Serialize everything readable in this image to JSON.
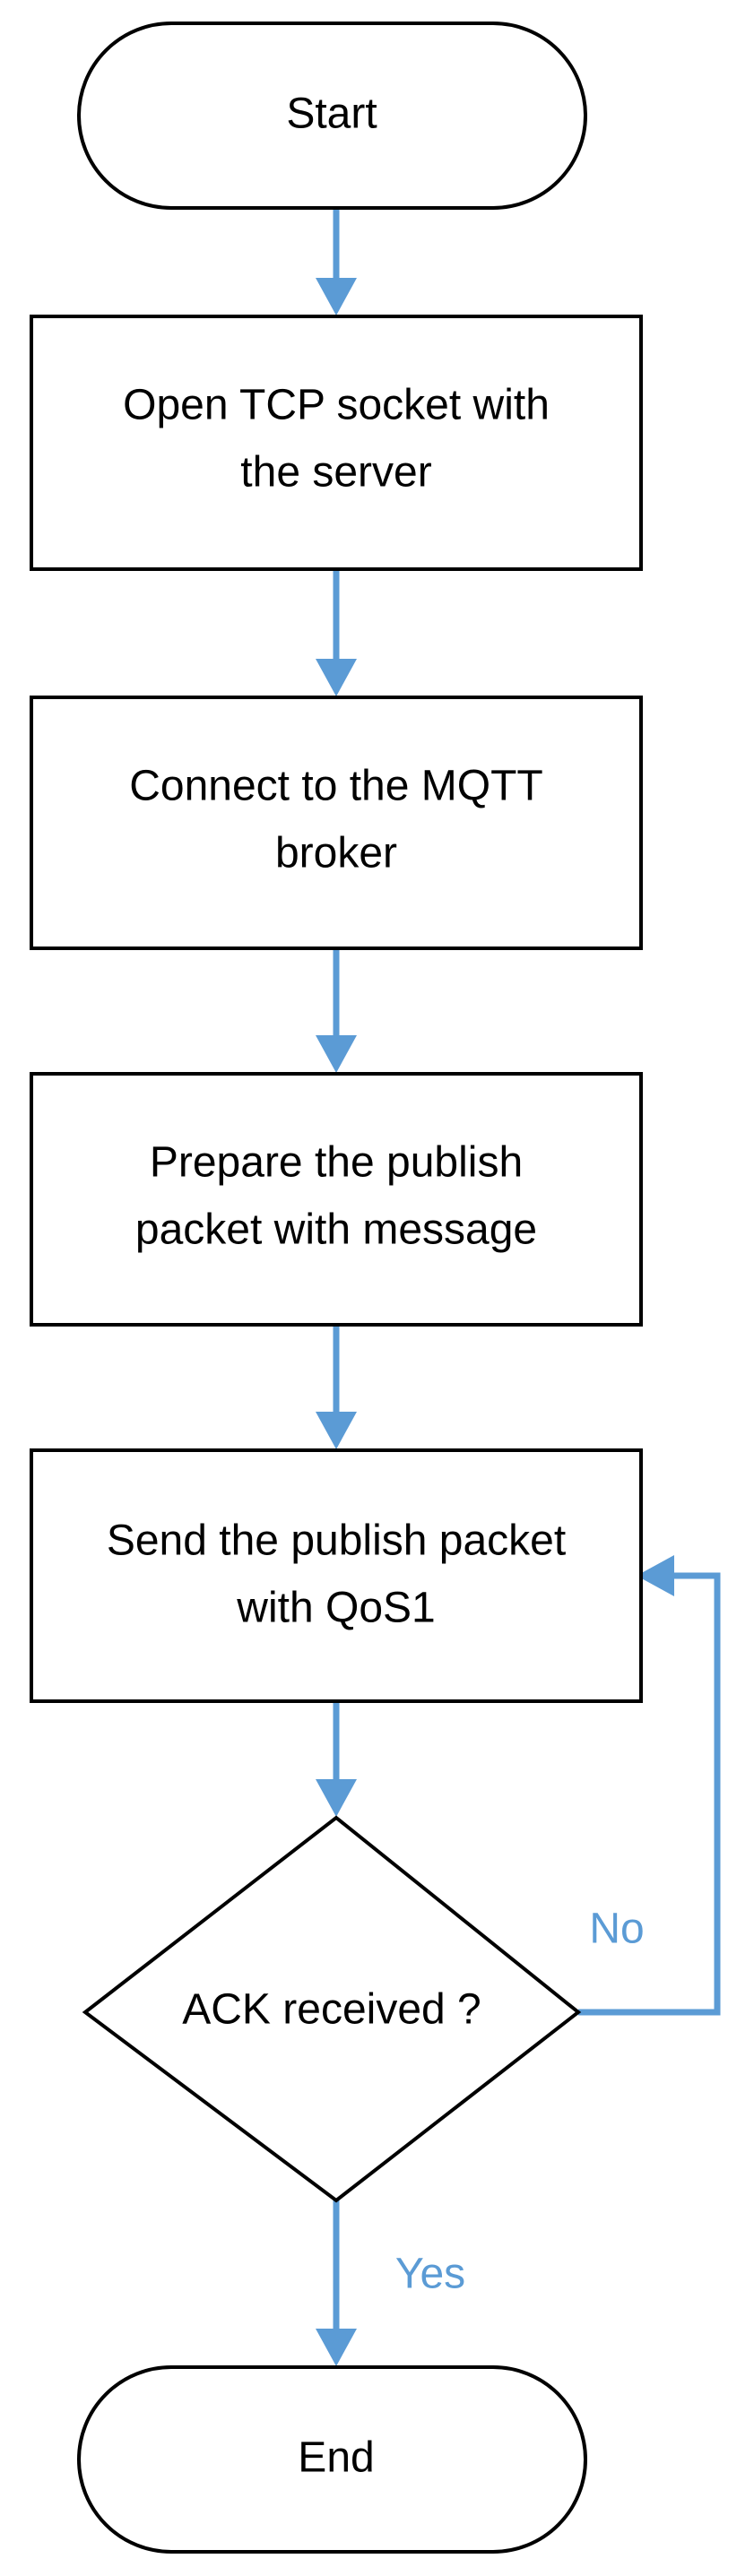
{
  "colors": {
    "connector": "#5b9bd5",
    "shape_stroke": "#000000",
    "shape_fill": "#ffffff",
    "text": "#000000",
    "label": "#5b9bd5"
  },
  "nodes": {
    "start": {
      "shape": "terminal",
      "lines": [
        "Start"
      ]
    },
    "open_socket": {
      "shape": "process",
      "lines": [
        "Open TCP socket with",
        "the server"
      ]
    },
    "connect_broker": {
      "shape": "process",
      "lines": [
        "Connect to the MQTT",
        "broker"
      ]
    },
    "prepare_packet": {
      "shape": "process",
      "lines": [
        "Prepare the publish",
        "packet with message"
      ]
    },
    "send_packet": {
      "shape": "process",
      "lines": [
        "Send the publish packet",
        "with QoS1"
      ]
    },
    "ack_decision": {
      "shape": "decision",
      "lines": [
        "ACK received ?"
      ]
    },
    "end": {
      "shape": "terminal",
      "lines": [
        "End"
      ]
    }
  },
  "edges": [
    {
      "from": "start",
      "to": "open_socket"
    },
    {
      "from": "open_socket",
      "to": "connect_broker"
    },
    {
      "from": "connect_broker",
      "to": "prepare_packet"
    },
    {
      "from": "prepare_packet",
      "to": "send_packet"
    },
    {
      "from": "send_packet",
      "to": "ack_decision"
    },
    {
      "from": "ack_decision",
      "to": "send_packet",
      "label": "No"
    },
    {
      "from": "ack_decision",
      "to": "end",
      "label": "Yes"
    }
  ]
}
